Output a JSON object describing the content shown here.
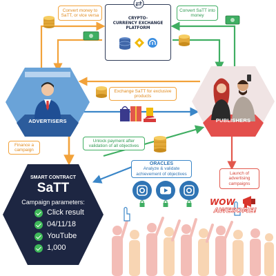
{
  "platform": {
    "title_line1": "CRYPTO-",
    "title_line2": "CURRENCY EXCHANGE",
    "title_line3": "PLATFORM"
  },
  "labels": {
    "convert_to_satt": "Convert money to SaTT, or vice versa",
    "convert_to_money": "Convert SaTT into money",
    "exchange_products": "Exchange SaTT for exclusive products",
    "finance_campaign": "Finance a campaign",
    "unlock_payment": "Unlock payment after validation of all objectives",
    "launch_campaigns": "Launch of advertising campaigns"
  },
  "advertisers": {
    "label": "ADVERTISERS"
  },
  "publishers": {
    "label": "PUBLISHERS"
  },
  "oracles": {
    "title": "ORACLES",
    "subtitle": "Analyze & validate achievement of objectives"
  },
  "contract": {
    "kicker": "SMART CONTRACT",
    "title": "SaTT",
    "params_heading": "Campaign parameters:",
    "params": [
      "Click result",
      "04/11/18",
      "YouTube",
      "1,000"
    ]
  },
  "wow": {
    "line1": "WOW",
    "line2": "AWESOME!"
  },
  "colors": {
    "orange": "#f2a23a",
    "green": "#3fae62",
    "blue": "#3a86c8",
    "red": "#e2574c",
    "navy": "#1d2642"
  },
  "icons": [
    "money-stack-icon",
    "coin-stack-icon",
    "binance-icon",
    "exchange-icon",
    "instagram-icon",
    "youtube-icon",
    "lock-icon",
    "megaphone-icon",
    "gift-icon"
  ]
}
